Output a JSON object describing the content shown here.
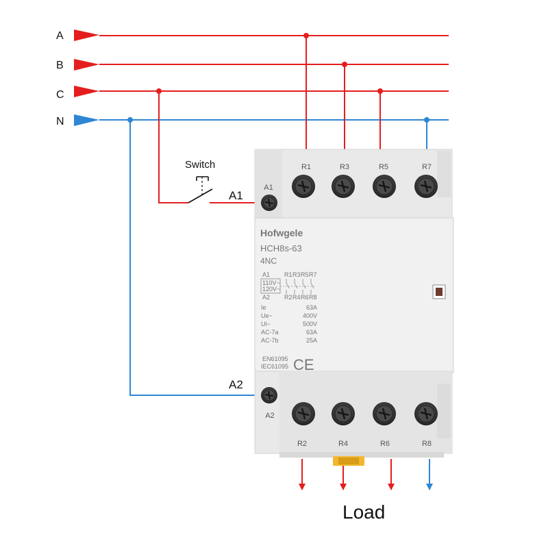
{
  "phases": [
    {
      "label": "A",
      "color": "#e41e1e"
    },
    {
      "label": "B",
      "color": "#e41e1e"
    },
    {
      "label": "C",
      "color": "#e41e1e"
    },
    {
      "label": "N",
      "color": "#2e86d4"
    }
  ],
  "switch_label": "Switch",
  "coil": {
    "a1_wire": "A1",
    "a2_wire": "A2",
    "a1_term": "A1",
    "a2_term": "A2"
  },
  "top_terminals": [
    "R1",
    "R3",
    "R5",
    "R7"
  ],
  "bottom_terminals": [
    "R2",
    "R4",
    "R6",
    "R8"
  ],
  "device": {
    "brand": "Hofwgele",
    "model": "HCH8s-63",
    "type": "4NC",
    "schematic": {
      "coil_top": "A1",
      "coil_voltage_1": "110V~",
      "coil_voltage_2": "120V~",
      "coil_bottom": "A2",
      "contacts_top": [
        "R1",
        "R3",
        "R5",
        "R7"
      ],
      "contacts_bottom": [
        "R2",
        "R4",
        "R6",
        "R8"
      ]
    },
    "ratings": [
      {
        "key": "Ie",
        "value": "63A"
      },
      {
        "key": "Ue~",
        "value": "400V"
      },
      {
        "key": "Ui~",
        "value": "500V"
      },
      {
        "key": "AC-7a",
        "value": "63A"
      },
      {
        "key": "AC-7b",
        "value": "25A"
      }
    ],
    "standards": [
      "EN61095",
      "IEC61095"
    ],
    "mark": "CE"
  },
  "load_label": "Load",
  "colors": {
    "phase": "#e41e1e",
    "neutral": "#2e86d4",
    "device_body": "#ebebeb",
    "din_clip": "#f2b72e"
  }
}
